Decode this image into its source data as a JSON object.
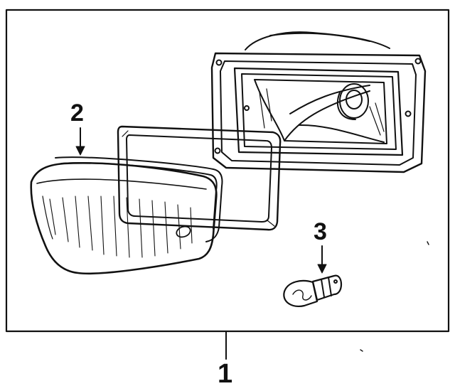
{
  "diagram": {
    "callouts": {
      "assembly": "1",
      "lens": "2",
      "bulb": "3"
    },
    "parts": [
      {
        "number": "1",
        "part": "lamp-housing-assembly"
      },
      {
        "number": "2",
        "part": "lens"
      },
      {
        "number": "3",
        "part": "bulb"
      }
    ],
    "line_color": "#111111",
    "background_color": "#ffffff"
  }
}
